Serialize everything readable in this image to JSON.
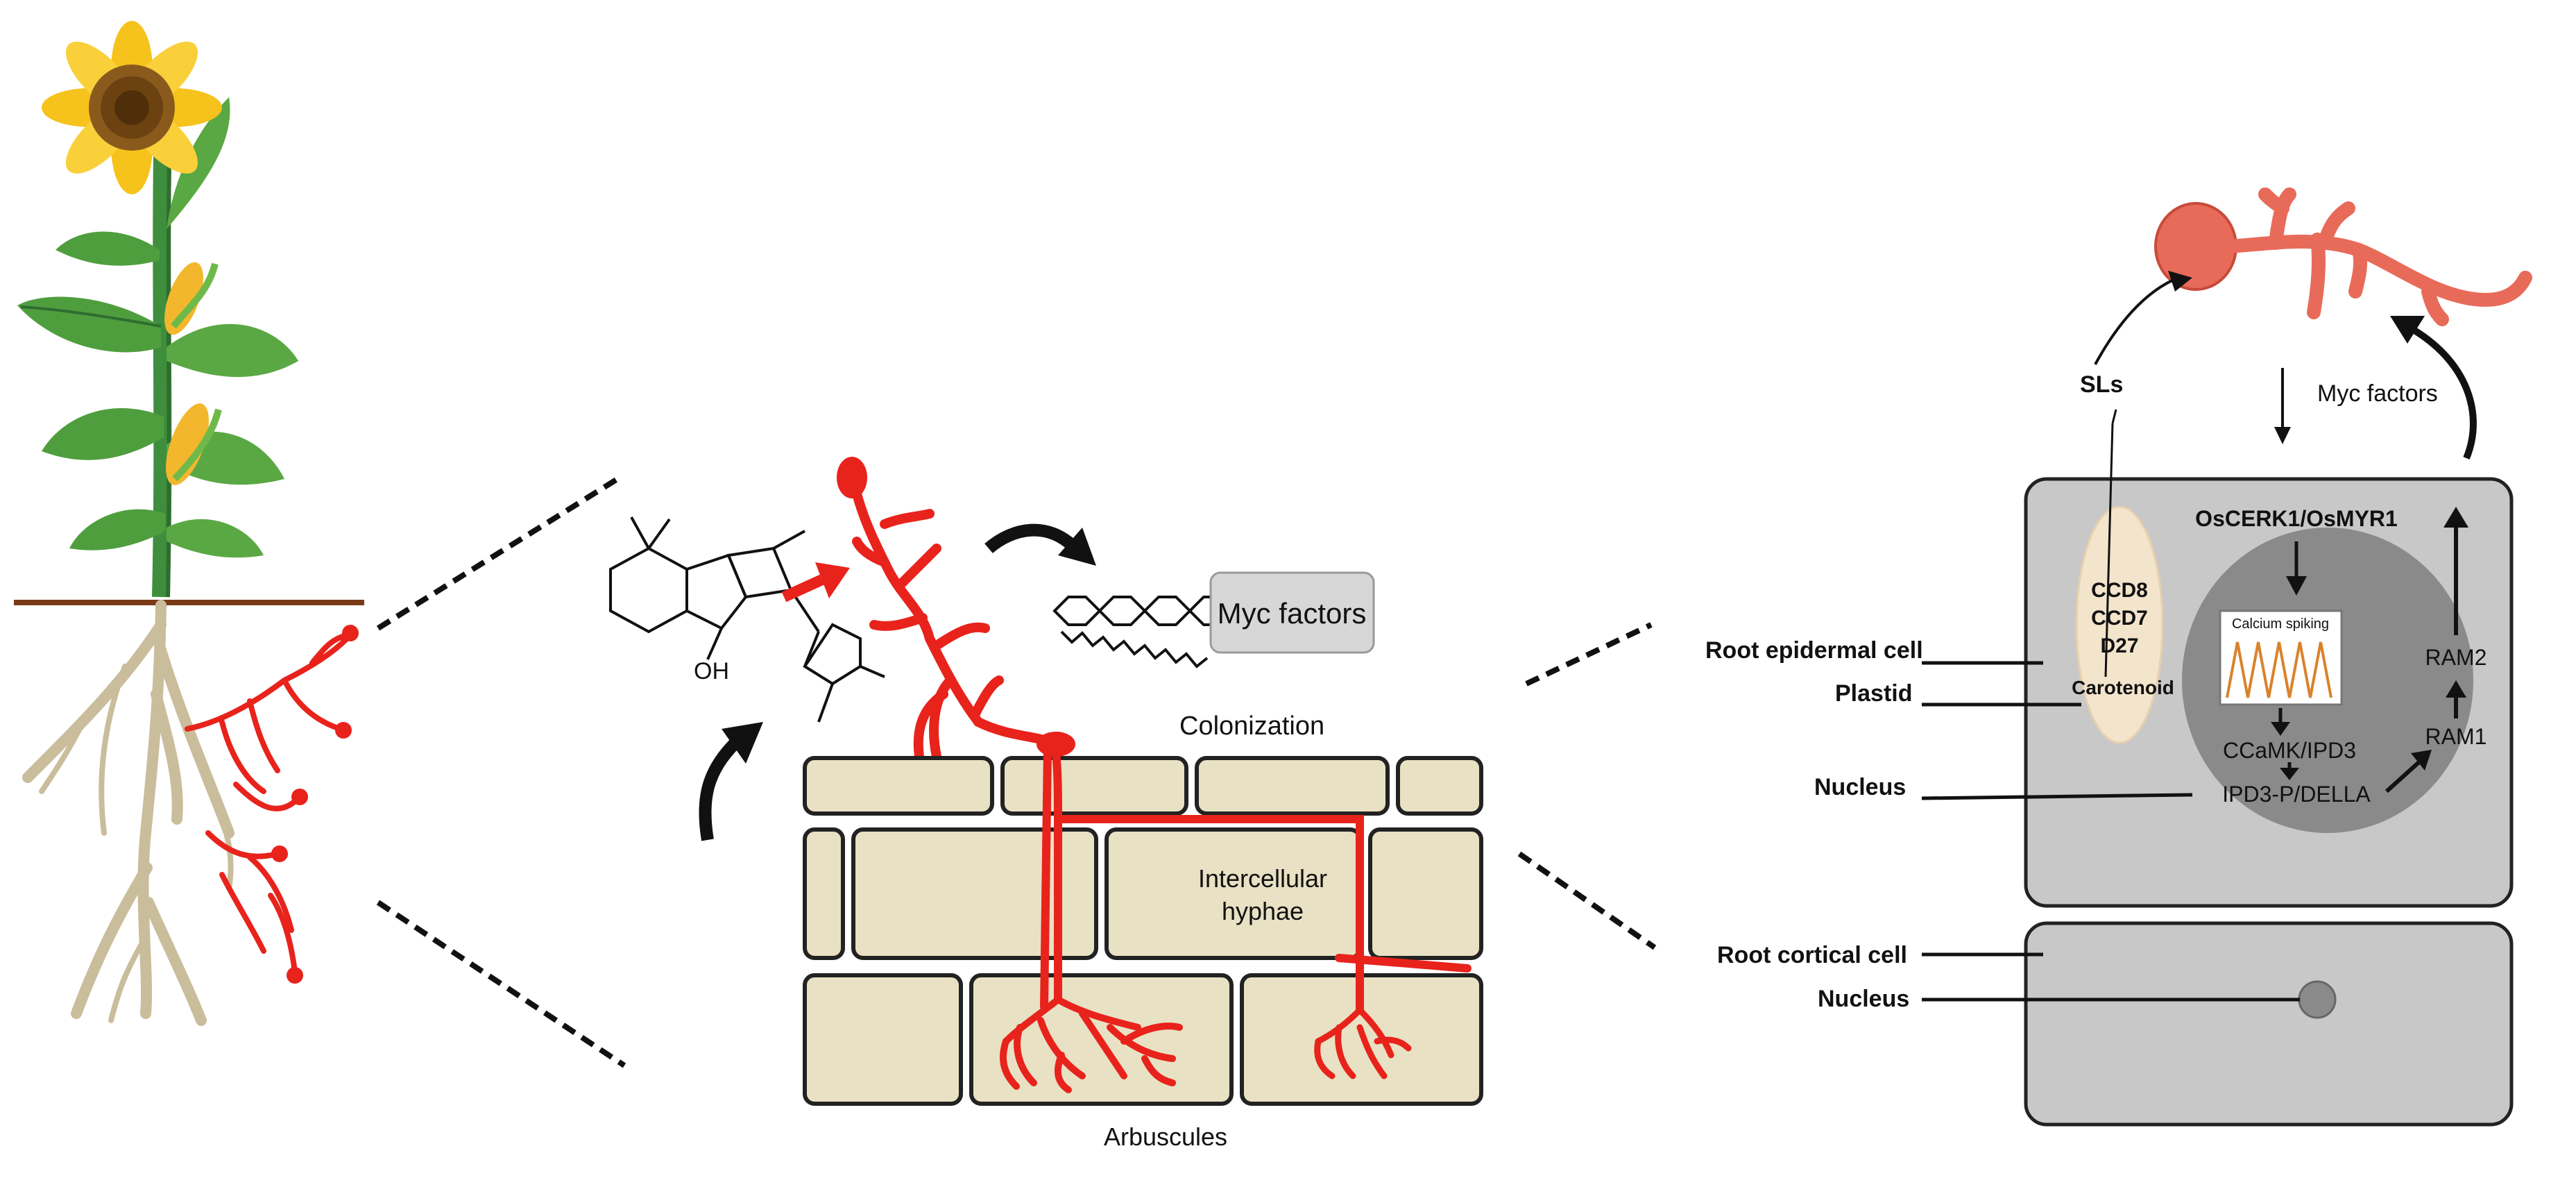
{
  "center_panel": {
    "myc_factors_box": "Myc factors",
    "colonization": "Colonization",
    "intercellular_line1": "Intercellular",
    "intercellular_line2": "hyphae",
    "arbuscules": "Arbuscules",
    "molecule_oh": "OH"
  },
  "right_panel": {
    "sls": "SLs",
    "myc_factors": "Myc factors",
    "oscerk": "OsCERK1/OsMYR1",
    "plastid_genes": [
      "CCD8",
      "CCD7",
      "D27"
    ],
    "carotenoid": "Carotenoid",
    "calcium_spiking": "Calcium spiking",
    "ccamk": "CCaMK/IPD3",
    "ipd3p": "IPD3-P/DELLA",
    "ram1": "RAM1",
    "ram2": "RAM2",
    "labels": {
      "root_epidermal_cell": "Root epidermal cell",
      "plastid": "Plastid",
      "nucleus_top": "Nucleus",
      "root_cortical_cell": "Root cortical cell",
      "nucleus_bottom": "Nucleus"
    }
  },
  "colors": {
    "fungus_red": "#e8231c",
    "cell_fill": "#e9e1c4",
    "cell_gray": "#c8c8c8",
    "nucleus_gray": "#8a8a8a",
    "spiking_orange": "#d9822b",
    "stem_green": "#3e8e3e",
    "petal_yellow": "#f6c21c",
    "soil_brown": "#7a3a18",
    "root_tan": "#c9bd9c"
  },
  "icons": [
    "sunflower-plant-icon",
    "strigolactone-molecule-icon",
    "myc-factor-molecule-icon",
    "fungal-spore-icon"
  ]
}
